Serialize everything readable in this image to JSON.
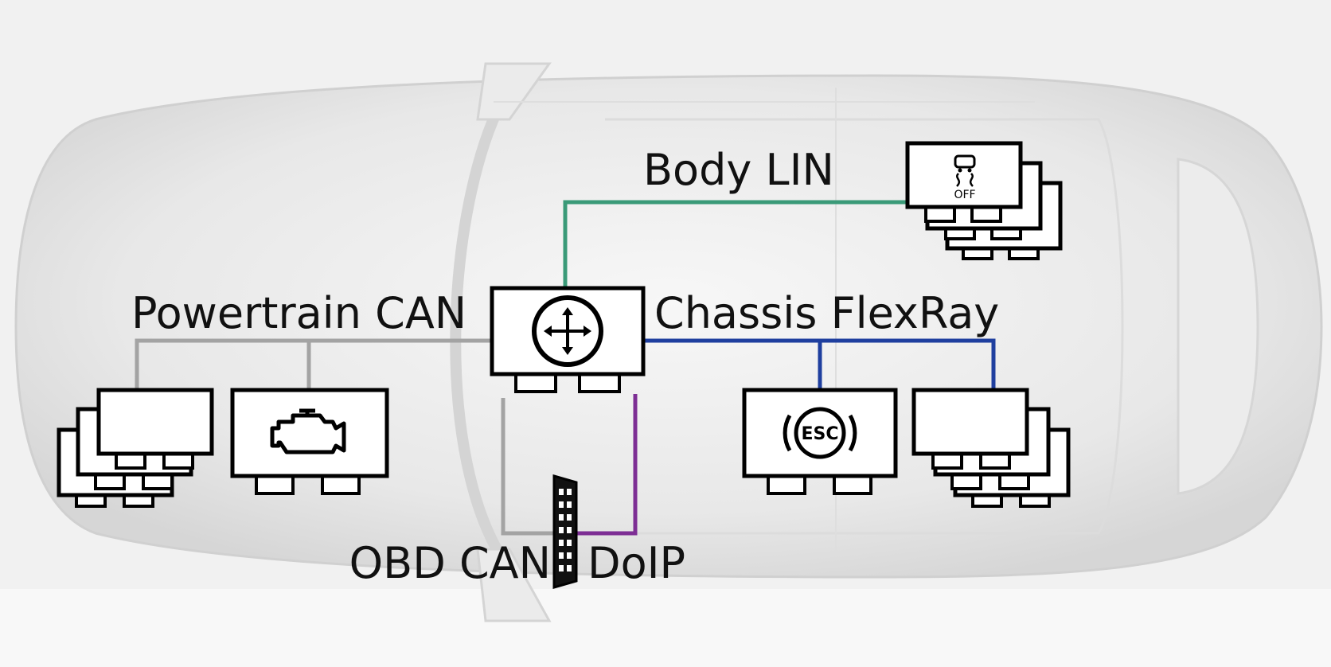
{
  "diagram": {
    "labels": {
      "body_lin": "Body LIN",
      "powertrain_can": "Powertrain CAN",
      "chassis_flexray": "Chassis FlexRay",
      "obd_can": "OBD CAN",
      "doip": "DoIP"
    },
    "icon_texts": {
      "traction_off": "OFF",
      "esc": "ESC"
    },
    "colors": {
      "body_lin": "#3a9a78",
      "powertrain_can": "#a3a3a3",
      "chassis_flexray": "#1f3f9f",
      "obd_can": "#a3a3a3",
      "doip": "#7d2e94",
      "car_body": "#e6e6e6",
      "background": "#f4f4f4"
    },
    "icons": [
      "gateway-router-icon",
      "engine-icon",
      "esc-icon",
      "traction-control-off-icon",
      "obd-connector-icon"
    ]
  }
}
